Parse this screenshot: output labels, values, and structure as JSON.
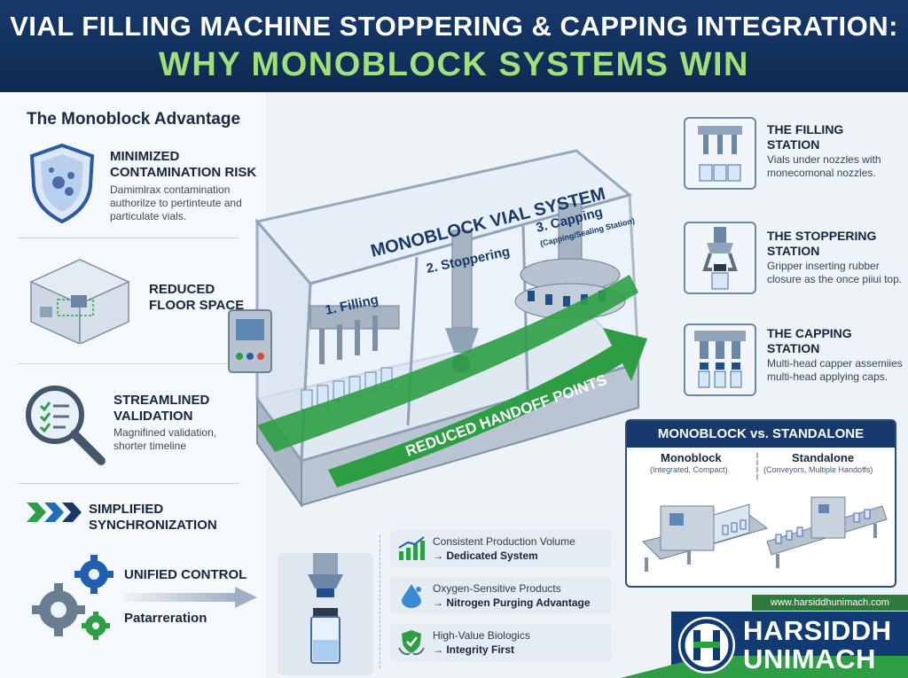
{
  "header": {
    "title_line1": "VIAL FILLING MACHINE STOPPERING & CAPPING INTEGRATION:",
    "title_line2": "WHY MONOBLOCK SYSTEMS WIN"
  },
  "advantage": {
    "section_title": "The Monoblock Advantage",
    "features": [
      {
        "icon": "shield-icon",
        "title": "Minimized Contamination Risk",
        "desc": "Damimlrax contamination authorilze to pertinteute and particulate vials."
      },
      {
        "icon": "room-icon",
        "title": "Reduced Floor Space",
        "desc": ""
      },
      {
        "icon": "magnifier-checklist-icon",
        "title": "Streamlined Validation",
        "desc": "Magniḟined validation, shorter timeline"
      }
    ],
    "sync_title": "Simplified Synchronization",
    "unified_control": "Unified Control",
    "patar": "Patarreration"
  },
  "machine": {
    "system_label": "MONOBLOCK VIAL SYSTEM",
    "stage1": "1. Filling",
    "stage2": "2. Stoppering",
    "stage3": "3. Capping",
    "stage3_sub": "(Capping/Sealing Station)",
    "arrow_label": "REDUCED HANDOFF POINTS"
  },
  "stations": [
    {
      "title_a": "The Filling",
      "title_b": "Station",
      "desc": "Vials under nozzles with monecomonal nozzles."
    },
    {
      "title_a": "The Stoppering",
      "title_b": "Station",
      "desc": "Gripper inserting rubber closure as the once piiui top."
    },
    {
      "title_a": "The Capping",
      "title_b": "Station",
      "desc": "Multi-head capper assemiies multi-head applying caps."
    }
  ],
  "comparison": {
    "title": "MONOBLOCK vs. STANDALONE",
    "left_title": "Monoblock",
    "left_sub": "(Integrated, Compact)",
    "right_title": "Standalone",
    "right_sub": "(Conveyors, Multiple Handoffs)"
  },
  "benefits": [
    {
      "icon": "growth-chart-icon",
      "line1": "Consistent Production Volume",
      "line2": "→ Dedicated System"
    },
    {
      "icon": "droplet-icon",
      "line1": "Oxygen-Sensitive Products",
      "line2": "→ Nitrogen Purging Advantage"
    },
    {
      "icon": "hands-shield-icon",
      "line1": "High-Value Biologics",
      "line2": "→ Integrity First"
    }
  ],
  "brand": {
    "url": "www.harsiddhunimach.com",
    "name_line1": "HARSIDDH",
    "name_line2": "UNIMACH"
  },
  "colors": {
    "navy": "#17396b",
    "green": "#2e9e44",
    "accent_green": "#9fe07a",
    "steel": "#b8c4d1"
  }
}
